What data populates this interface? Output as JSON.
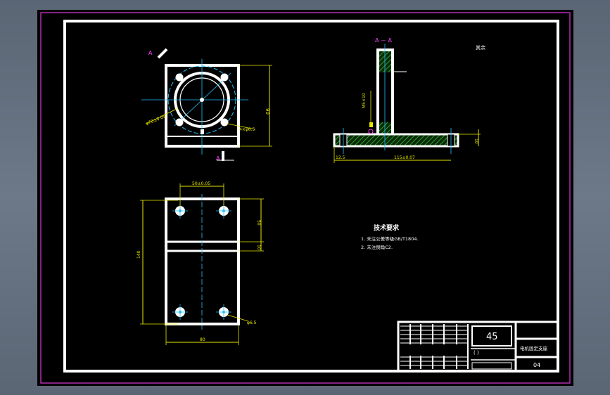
{
  "colors": {
    "background": "#000000",
    "frame": "#ffffff",
    "border": "#cc33cc",
    "dimension": "#e6e600",
    "center_line": "#22c0ff",
    "section_hatch": "#33bb33",
    "section_label": "#ff44ff"
  },
  "views": {
    "section_title": "A － A",
    "cut_label_top": "A",
    "cut_label_bottom": "A",
    "top_view_label": "其余"
  },
  "dims": {
    "front": {
      "hole_circle": "φ70±0.05",
      "holes": "4×φ6.5",
      "height": "90"
    },
    "section": {
      "thread": "M5×10",
      "base_length": "115±0.07",
      "offset": "12.5",
      "thickness": "10"
    },
    "bottom": {
      "top_span": "50±0.05",
      "height": "140",
      "gap_top": "50",
      "gap_mid": "10",
      "hole": "φ6.5",
      "width": "80"
    }
  },
  "tech": {
    "title": "技术要求",
    "items": [
      "1. 未注公差等级GB/T1804.",
      "2. 未注倒角C2."
    ]
  },
  "title_block": {
    "material": "45",
    "name": "电机固定支座",
    "drawing_no": "04",
    "bracket": "(        )"
  }
}
